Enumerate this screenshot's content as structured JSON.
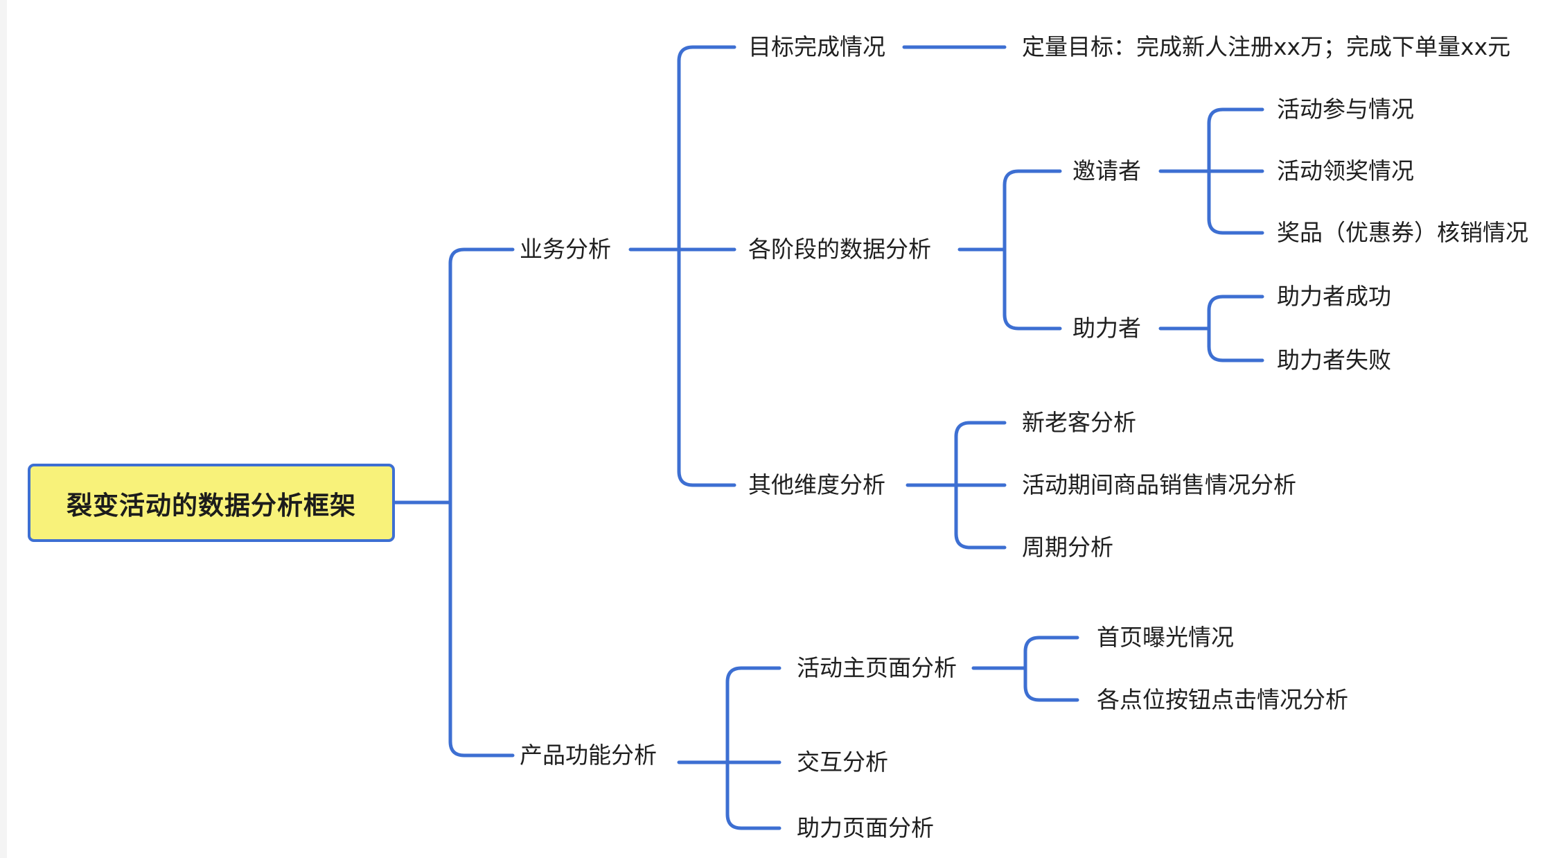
{
  "root": {
    "label": "裂变活动的数据分析框架"
  },
  "nodes": {
    "business": "业务分析",
    "goal": "目标完成情况",
    "goal_detail": "定量目标：完成新人注册xx万；完成下单量xx元",
    "stage": "各阶段的数据分析",
    "inviter": "邀请者",
    "inviter_participation": "活动参与情况",
    "inviter_reward": "活动领奖情况",
    "inviter_coupon": "奖品（优惠券）核销情况",
    "helper": "助力者",
    "helper_success": "助力者成功",
    "helper_fail": "助力者失败",
    "other": "其他维度分析",
    "new_old": "新老客分析",
    "sales": "活动期间商品销售情况分析",
    "period": "周期分析",
    "product": "产品功能分析",
    "main_page": "活动主页面分析",
    "homepage_exposure": "首页曝光情况",
    "button_click": "各点位按钮点击情况分析",
    "interaction": "交互分析",
    "help_page": "助力页面分析"
  },
  "colors": {
    "connector": "#3d6fd2",
    "root_fill": "#f8f27a",
    "root_border": "#3d6fd2",
    "text": "#1f1f1f"
  }
}
